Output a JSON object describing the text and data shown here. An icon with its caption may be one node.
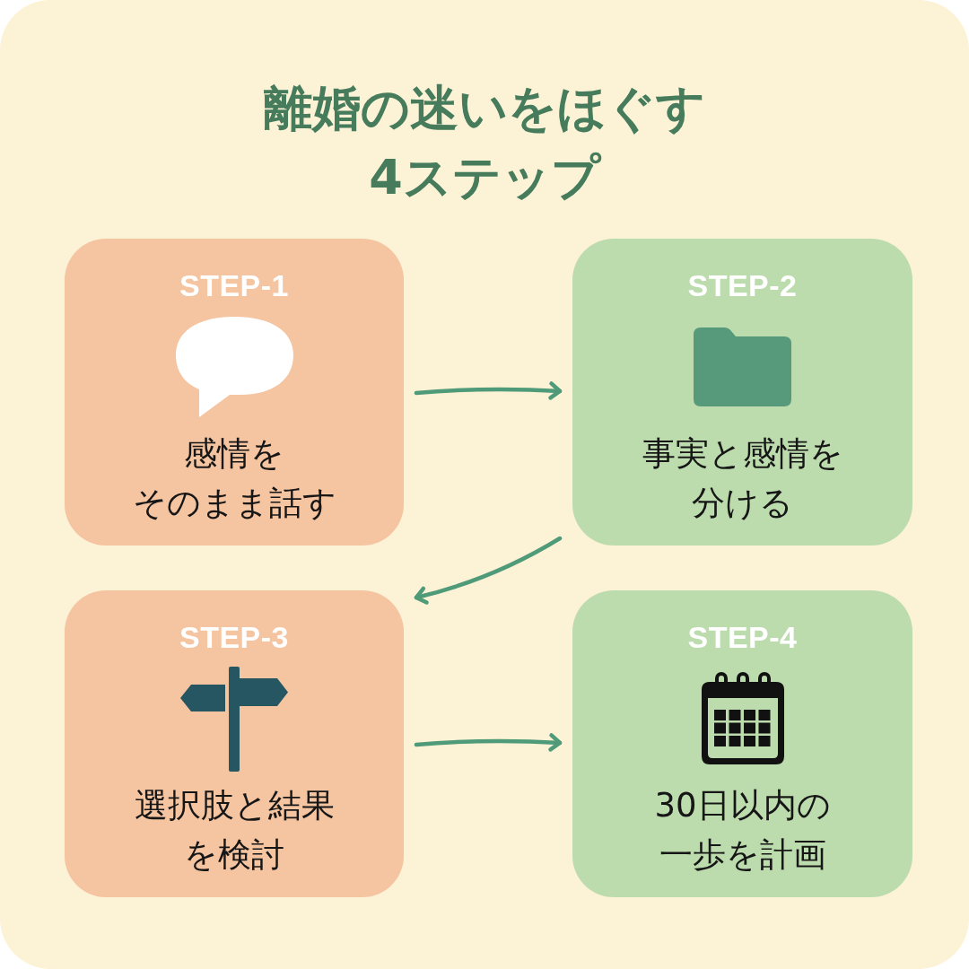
{
  "diagram": {
    "title": "離婚の迷いをほぐす4ステップ",
    "nodes": [
      {
        "text": [
          "STEP-1",
          "感情をそのまま話す"
        ]
      },
      {
        "text": [
          "STEP-2",
          "事実と感情を分ける"
        ]
      },
      {
        "text": [
          "STEP-3",
          "選択肢と結果を検討"
        ]
      },
      {
        "text": [
          "STEP-4",
          "30日以内の一歩を計画"
        ]
      }
    ],
    "edges": [
      {
        "from": 0,
        "to": 1,
        "arrow": "to"
      },
      {
        "from": 1,
        "to": 2,
        "arrow": "to"
      },
      {
        "from": 2,
        "to": 3,
        "arrow": "to"
      }
    ]
  }
}
